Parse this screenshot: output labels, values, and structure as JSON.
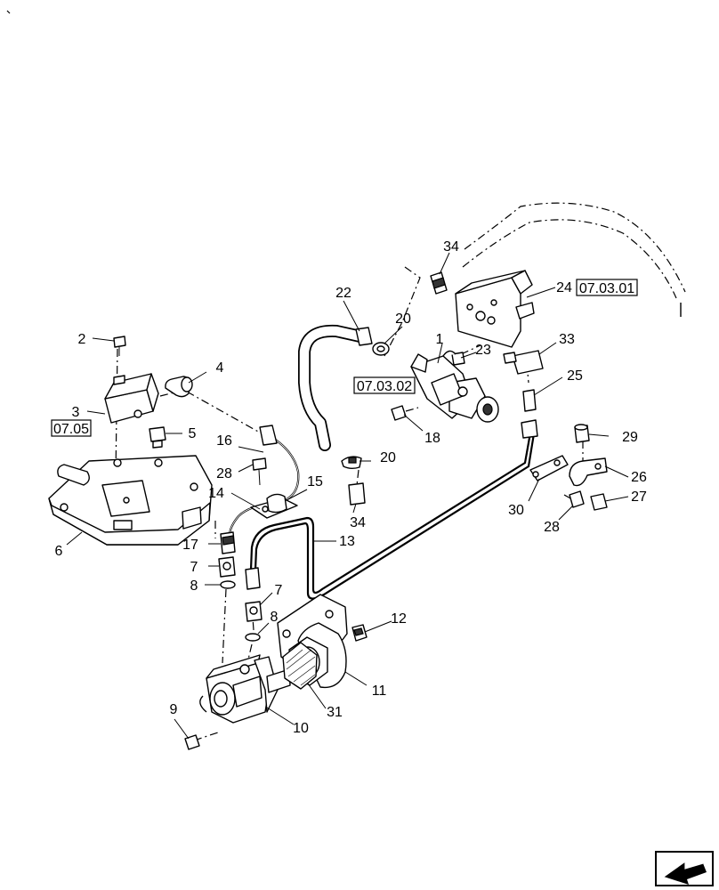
{
  "labels": {
    "l1": "1",
    "l2": "2",
    "l3": "3",
    "l4": "4",
    "l5": "5",
    "l6": "6",
    "l7a": "7",
    "l7b": "7",
    "l8a": "8",
    "l8b": "8",
    "l9": "9",
    "l10": "10",
    "l11": "11",
    "l12": "12",
    "l13": "13",
    "l14": "14",
    "l15": "15",
    "l16": "16",
    "l17": "17",
    "l18": "18",
    "l20a": "20",
    "l20b": "20",
    "l22": "22",
    "l23": "23",
    "l24": "24",
    "l25": "25",
    "l26": "26",
    "l27": "27",
    "l28a": "28",
    "l28b": "28",
    "l29": "29",
    "l30": "30",
    "l31": "31",
    "l33": "33",
    "l34a": "34",
    "l34b": "34"
  },
  "references": {
    "r0705": "07.05",
    "r070301": "07.03.01",
    "r070302": "07.03.02"
  },
  "icons": {
    "corner_mark": "tick-mark",
    "nav": "page-navigation-arrow-icon"
  }
}
